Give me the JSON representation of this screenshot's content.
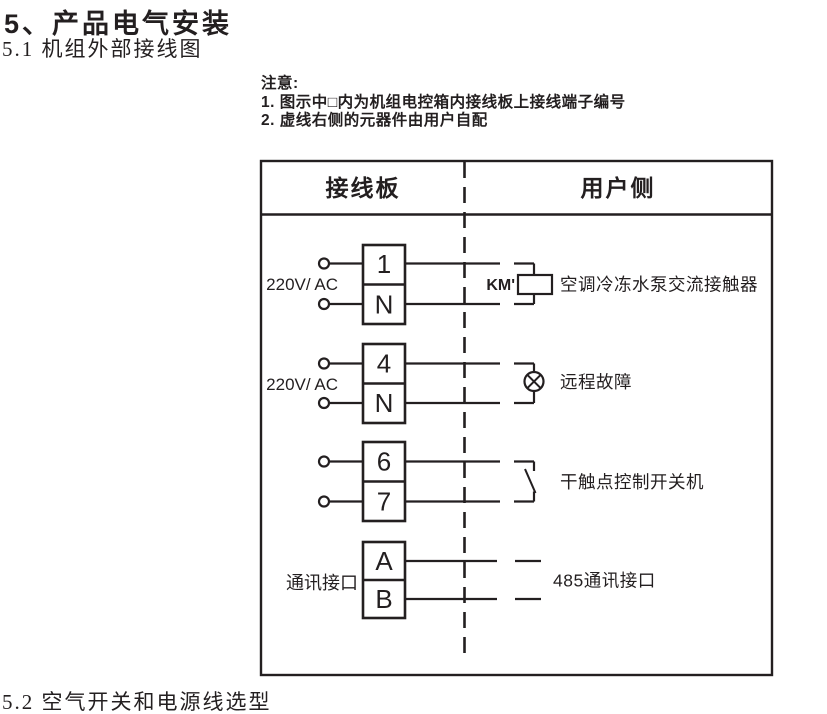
{
  "page": {
    "section_title": "5、产品电气安装",
    "subsection_title": "5.1 机组外部接线图",
    "footer_title": "5.2 空气开关和电源线选型"
  },
  "notes": {
    "heading": "注意:",
    "items": [
      "1. 图示中□内为机组电控箱内接线板上接线端子编号",
      "2. 虚线右侧的元器件由用户自配"
    ]
  },
  "diagram": {
    "headers": {
      "terminal_board": "接线板",
      "user_side": "用户侧"
    },
    "ink_color": "#231f20",
    "groups": [
      {
        "left_label": "220V/ AC",
        "terminals": [
          "1",
          "N"
        ],
        "component": "ac-contactor-coil",
        "component_label": "KM'",
        "right_label": "空调冷冻水泵交流接触器"
      },
      {
        "left_label": "220V/ AC",
        "terminals": [
          "4",
          "N"
        ],
        "component": "indicator-lamp",
        "right_label": "远程故障"
      },
      {
        "left_label": "",
        "terminals": [
          "6",
          "7"
        ],
        "component": "dry-contact-switch",
        "right_label": "干触点控制开关机"
      },
      {
        "left_label": "通讯接口",
        "terminals": [
          "A",
          "B"
        ],
        "component": "rs485-bus",
        "right_label": "485通讯接口"
      }
    ]
  }
}
